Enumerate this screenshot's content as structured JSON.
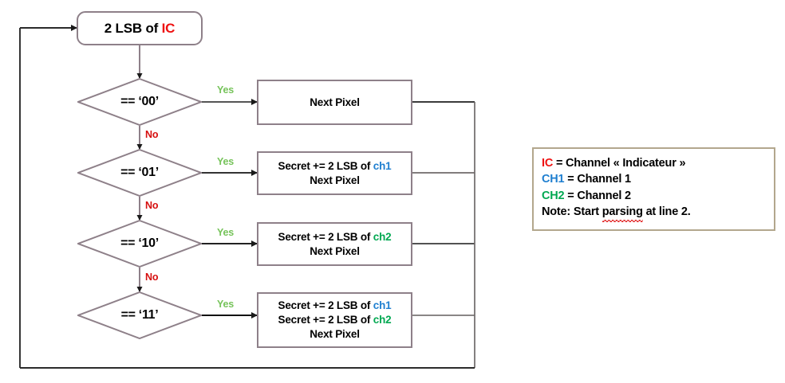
{
  "diagram": {
    "title": "LSB steganography channel-indicator parsing flowchart",
    "colors": {
      "shape_border": "#8e8089",
      "yes_label": "#76c35a",
      "no_label": "#d60f0f",
      "ic_red": "#ee1111",
      "ch1_blue": "#1f7fd0",
      "ch2_green": "#00a851",
      "legend_border": "#b3a78d",
      "wire": "#8e8089",
      "loop_wire": "#2b2b2b",
      "background": "#ffffff"
    },
    "start": {
      "text_prefix": "2 LSB of ",
      "text_accent": "IC",
      "full_text": "2 LSB of IC"
    },
    "branches": [
      {
        "id": "b00",
        "condition": "== ‘00’",
        "yes_label": "Yes",
        "no_label": "No",
        "action_lines": [
          {
            "plain": "Next Pixel",
            "accent": "",
            "accent_color": ""
          }
        ]
      },
      {
        "id": "b01",
        "condition": "== ‘01’",
        "yes_label": "Yes",
        "no_label": "No",
        "action_lines": [
          {
            "plain": "Secret += 2 LSB of ",
            "accent": "ch1",
            "accent_color": "blue"
          },
          {
            "plain": "Next Pixel",
            "accent": "",
            "accent_color": ""
          }
        ]
      },
      {
        "id": "b10",
        "condition": "== ‘10’",
        "yes_label": "Yes",
        "no_label": "No",
        "action_lines": [
          {
            "plain": "Secret += 2 LSB of ",
            "accent": "ch2",
            "accent_color": "green"
          },
          {
            "plain": "Next Pixel",
            "accent": "",
            "accent_color": ""
          }
        ]
      },
      {
        "id": "b11",
        "condition": "== ‘11’",
        "yes_label": "Yes",
        "no_label": "",
        "action_lines": [
          {
            "plain": "Secret += 2 LSB of ",
            "accent": "ch1",
            "accent_color": "blue"
          },
          {
            "plain": "Secret += 2 LSB of ",
            "accent": "ch2",
            "accent_color": "green"
          },
          {
            "plain": "Next Pixel",
            "accent": "",
            "accent_color": ""
          }
        ]
      }
    ],
    "legend": {
      "lines": [
        {
          "key": "IC",
          "key_color": "red",
          "rest": " = Channel « Indicateur »"
        },
        {
          "key": "CH1",
          "key_color": "blue",
          "rest": " = Channel 1"
        },
        {
          "key": "CH2",
          "key_color": "green",
          "rest": " = Channel 2"
        }
      ],
      "note_prefix": "Note: Start ",
      "note_misspelled": "parsing",
      "note_suffix": " at line 2."
    }
  }
}
